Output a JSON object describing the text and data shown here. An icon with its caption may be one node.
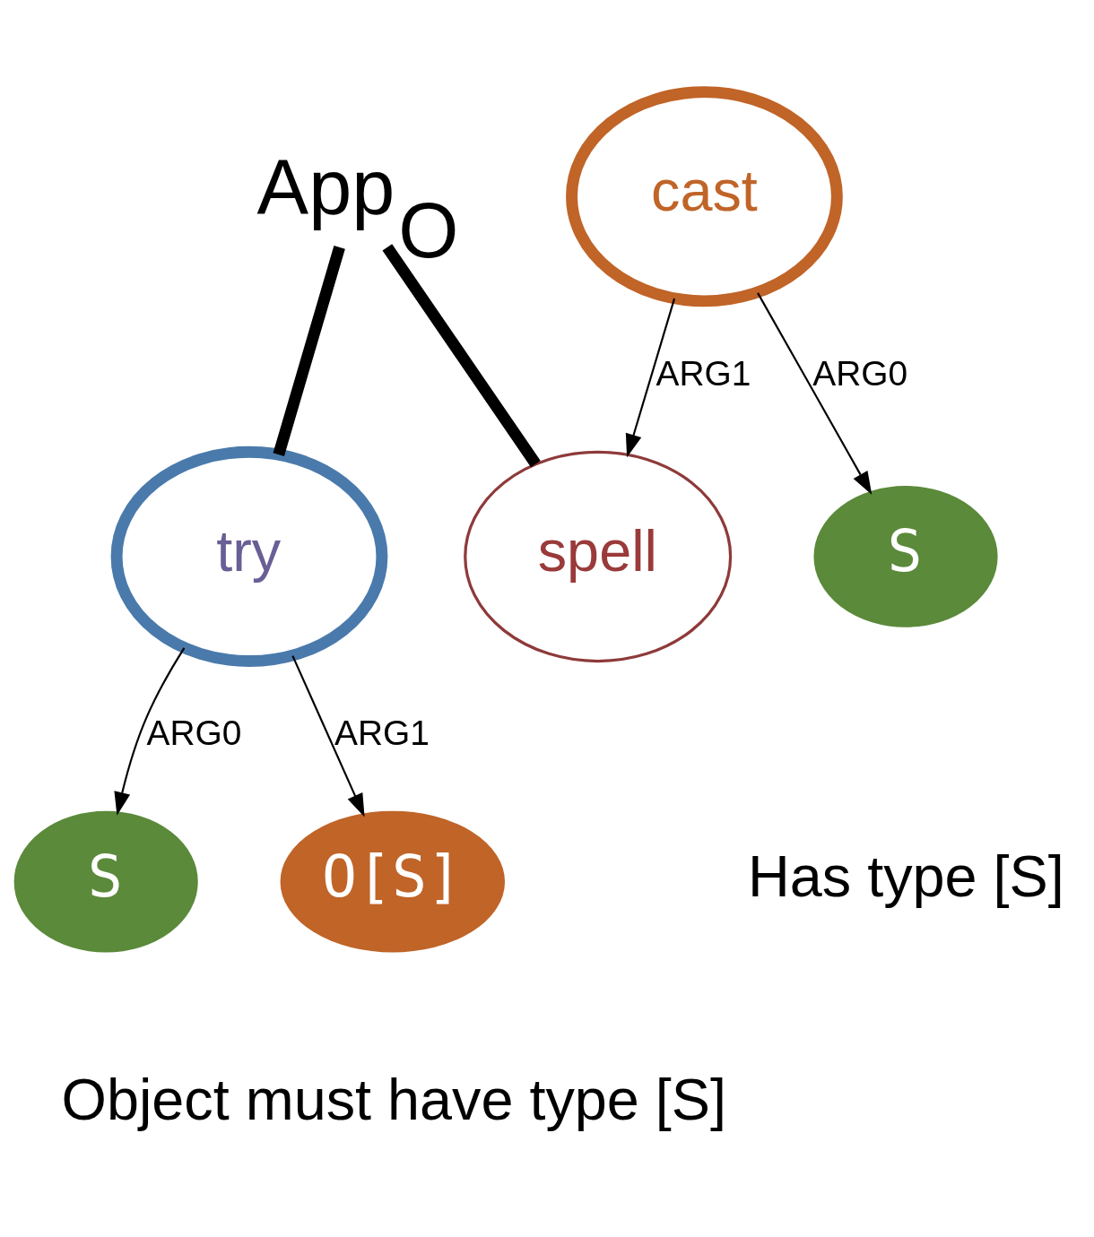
{
  "diagram": {
    "nodes": [
      {
        "text": [
          "App$_{O}$"
        ]
      },
      {
        "text": [
          "try"
        ]
      },
      {
        "text": [
          "S"
        ]
      },
      {
        "text": [
          "O[S]"
        ]
      },
      {
        "text": [
          "spell"
        ]
      },
      {
        "text": [
          "cast"
        ]
      },
      {
        "text": [
          "S"
        ]
      }
    ],
    "edges": [
      {
        "from": 0,
        "to": 1,
        "arrow": "none",
        "style": "thick"
      },
      {
        "from": 0,
        "to": 4,
        "arrow": "none",
        "style": "thick"
      },
      {
        "from": 1,
        "to": 2,
        "arrow": "to",
        "label": "ARG0"
      },
      {
        "from": 1,
        "to": 3,
        "arrow": "to",
        "label": "ARG1"
      },
      {
        "from": 5,
        "to": 4,
        "arrow": "to",
        "label": "ARG1"
      },
      {
        "from": 5,
        "to": 6,
        "arrow": "to",
        "label": "ARG0"
      }
    ],
    "labels": [
      "Object must have type [S]",
      "Has type [S]"
    ]
  }
}
